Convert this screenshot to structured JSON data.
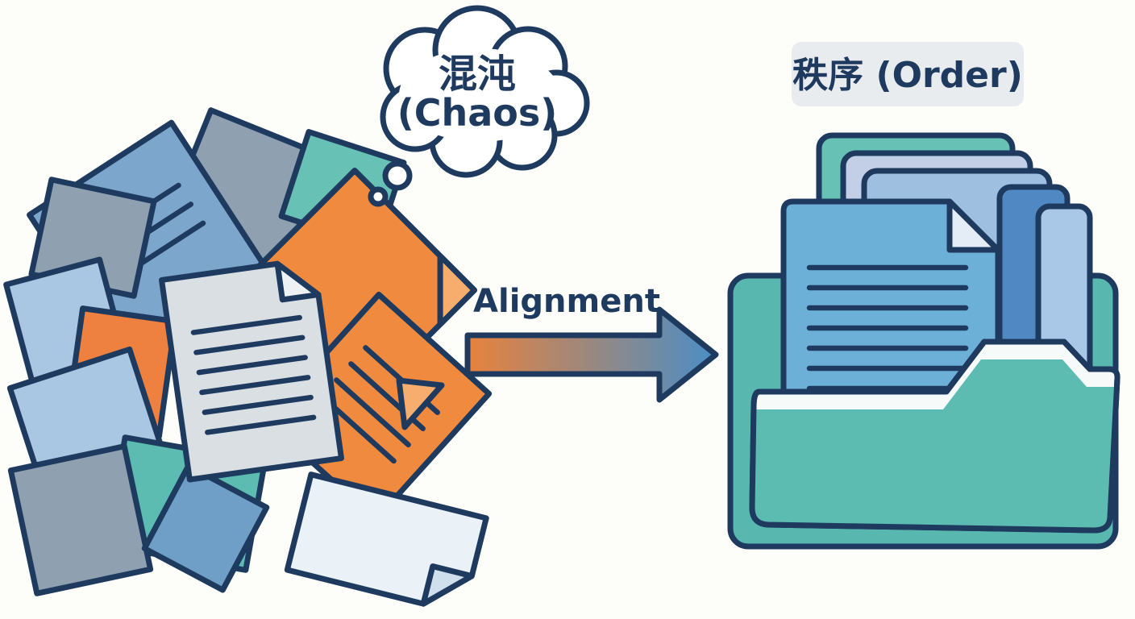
{
  "figure": {
    "chaos": {
      "bubble_line1": "混沌",
      "bubble_line2": "(Chaos)"
    },
    "transition": {
      "label": "Alignment"
    },
    "order": {
      "label": "秩序 (Order)"
    },
    "palette": {
      "outline": "#1e3a5f",
      "orange": "#f08a3e",
      "blue": "#6cb0d8",
      "steel_blue": "#7ca6cc",
      "light_blue": "#a9c6e3",
      "gray_blue": "#8fa0b1",
      "teal": "#5cbcb2",
      "paper_gray": "#dadfe4",
      "paper_light": "#eaf2f8",
      "label_background": "#e9ecee",
      "background": "#fdfdfa",
      "arrow_gradient_start": "#e8823c",
      "arrow_gradient_end": "#4a8ec6"
    }
  }
}
